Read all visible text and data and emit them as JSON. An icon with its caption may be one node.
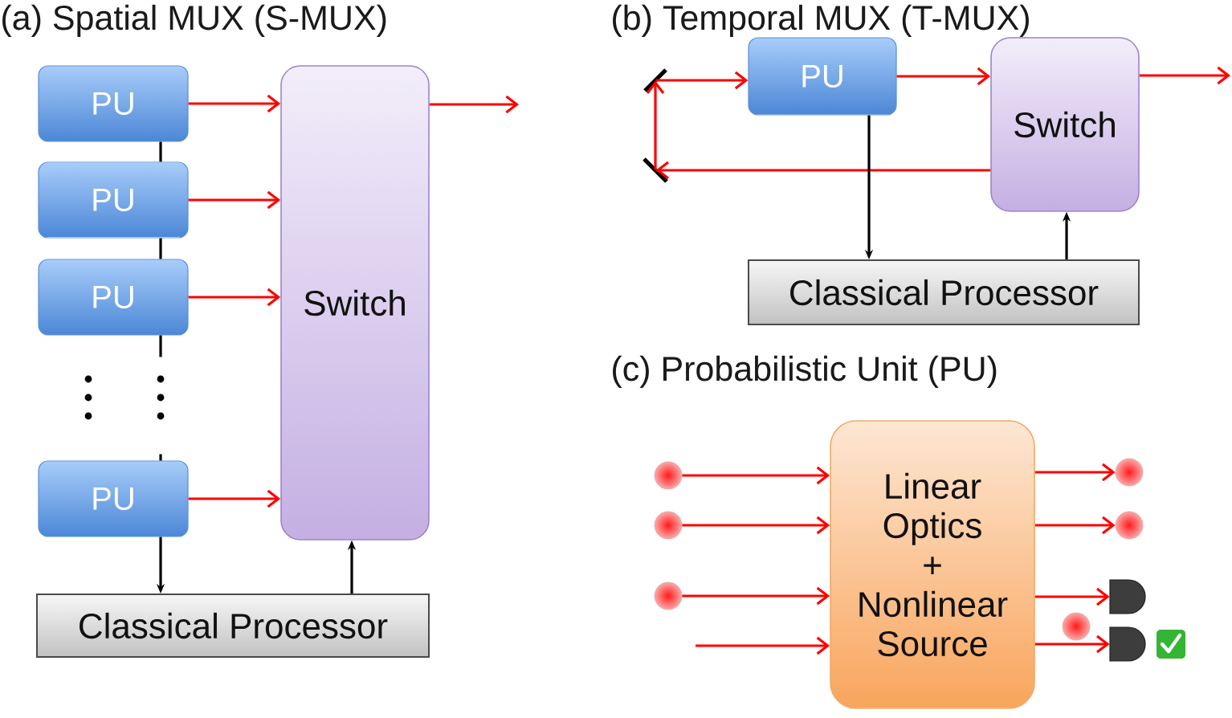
{
  "diagram": {
    "nodes": [
      {
        "text": [
          "PU"
        ]
      },
      {
        "text": [
          "PU"
        ]
      },
      {
        "text": [
          "PU"
        ]
      },
      {
        "text": [
          "PU"
        ]
      },
      {
        "text": [
          "Switch"
        ]
      },
      {
        "text": [
          "Classical Processor"
        ]
      },
      {
        "text": [],
        "shape": "line"
      },
      {
        "text": [],
        "shape": "line"
      },
      {
        "text": [
          "PU"
        ]
      },
      {
        "text": [
          "Switch"
        ]
      },
      {
        "text": [
          "Classical Processor"
        ]
      },
      {
        "text": [],
        "shape": "circle"
      },
      {
        "text": [],
        "shape": "circle"
      },
      {
        "text": [],
        "shape": "circle"
      },
      {
        "text": [
          "Linear Optics + Nonlinear Source"
        ]
      },
      {
        "text": [],
        "shape": "circle"
      },
      {
        "text": [],
        "shape": "circle"
      },
      {
        "text": [],
        "shape": "semicircle"
      },
      {
        "text": [],
        "shape": "semicircle"
      }
    ],
    "edges": [
      {
        "from": 0,
        "to": 4,
        "arrow": "to"
      },
      {
        "from": 1,
        "to": 4,
        "arrow": "to"
      },
      {
        "from": 2,
        "to": 4,
        "arrow": "to"
      },
      {
        "from": 3,
        "to": 4,
        "arrow": "to"
      },
      {
        "from": 4,
        "to": null,
        "arrow": "to"
      },
      {
        "from": 0,
        "to": 1,
        "arrow": "none",
        "color": "#000000"
      },
      {
        "from": 1,
        "to": 2,
        "arrow": "none",
        "color": "#000000"
      },
      {
        "from": 2,
        "to": 3,
        "arrow": "none",
        "style": "dashed",
        "color": "#000000"
      },
      {
        "from": 3,
        "to": 5,
        "arrow": "to",
        "color": "#000000"
      },
      {
        "from": 5,
        "to": 4,
        "arrow": "to",
        "color": "#000000"
      },
      {
        "from": 8,
        "to": 9,
        "arrow": "to"
      },
      {
        "from": 9,
        "to": null,
        "arrow": "to"
      },
      {
        "from": 9,
        "to": 7,
        "arrow": "to"
      },
      {
        "from": 7,
        "to": 6,
        "arrow": "to"
      },
      {
        "from": 6,
        "to": 8,
        "arrow": "to"
      },
      {
        "from": 8,
        "to": 10,
        "arrow": "to",
        "color": "#000000"
      },
      {
        "from": 10,
        "to": 9,
        "arrow": "to",
        "color": "#000000"
      },
      {
        "from": 11,
        "to": 14,
        "arrow": "to"
      },
      {
        "from": 12,
        "to": 14,
        "arrow": "to"
      },
      {
        "from": 13,
        "to": 14,
        "arrow": "to"
      },
      {
        "from": null,
        "to": 14,
        "arrow": "to"
      },
      {
        "from": 14,
        "to": 15,
        "arrow": "to"
      },
      {
        "from": 14,
        "to": 16,
        "arrow": "to"
      },
      {
        "from": 14,
        "to": 17,
        "arrow": "to"
      },
      {
        "from": 14,
        "to": 18,
        "arrow": "to"
      }
    ],
    "labels": [
      "(a) Spatial MUX (S-MUX)",
      "(b) Temporal MUX (T-MUX)",
      "(c) Probabilistic Unit (PU)"
    ]
  }
}
